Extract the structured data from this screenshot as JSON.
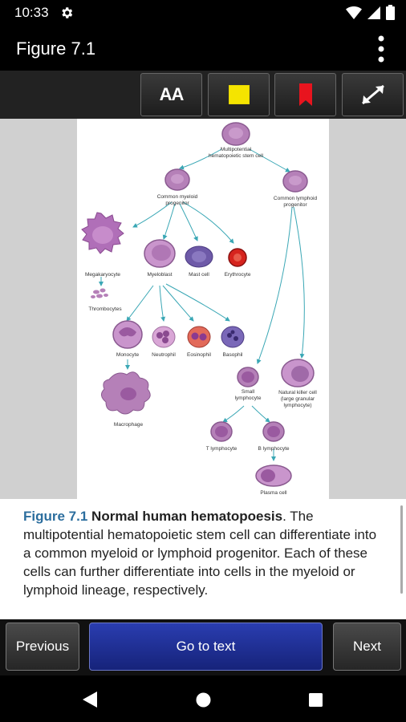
{
  "status_bar": {
    "time": "10:33"
  },
  "app_bar": {
    "title": "Figure 7.1"
  },
  "toolbar": {
    "font_size_label": "AA"
  },
  "figure": {
    "labels": {
      "stem_cell_1": "Multipotential",
      "stem_cell_2": "hematopoietic stem cell",
      "myeloid_1": "Common myeloid",
      "myeloid_2": "progenitor",
      "lymphoid_1": "Common lymphoid",
      "lymphoid_2": "progenitor",
      "megakaryocyte": "Megakaryocyte",
      "myeloblast": "Myeloblast",
      "mast_cell": "Mast cell",
      "erythrocyte": "Erythrocyte",
      "thrombocytes": "Thrombocytes",
      "monocyte": "Monocyte",
      "neutrophil": "Neutrophil",
      "eosinophil": "Eosinophil",
      "basophil": "Basophil",
      "macrophage": "Macrophage",
      "small_lymph_1": "Small",
      "small_lymph_2": "lymphocyte",
      "nk_1": "Natural killer cell",
      "nk_2": "(large granular",
      "nk_3": "lymphocyte)",
      "t_lymph": "T lymphocyte",
      "b_lymph": "B lymphocyte",
      "plasma": "Plasma cell"
    }
  },
  "caption": {
    "figure_number": "Figure 7.1",
    "figure_title": "Normal human hematopoesis",
    "body": ". The multipotential hematopoietic stem cell can differentiate into a common myeloid or lymphoid progenitor. Each of these cells can further differentiate into cells in the myeloid or lymphoid lineage, respectively."
  },
  "bottom_bar": {
    "previous_label": "Previous",
    "go_to_text_label": "Go to text",
    "next_label": "Next"
  },
  "colors": {
    "accent_blue": "#2c6e9e",
    "highlight_yellow": "#f5e400",
    "bookmark_red": "#e8141e",
    "cell_purple": "#b580b8",
    "arrow_teal": "#3aa7b5"
  }
}
